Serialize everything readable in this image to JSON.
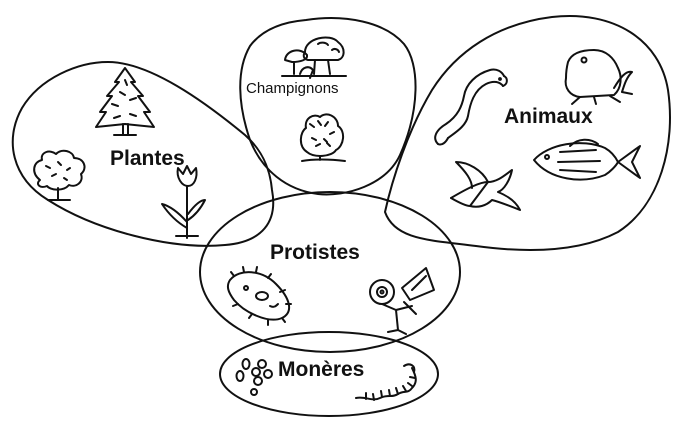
{
  "groups": {
    "champignons": {
      "label": "Champignons"
    },
    "plantes": {
      "label": "Plantes"
    },
    "animaux": {
      "label": "Animaux"
    },
    "protistes": {
      "label": "Protistes"
    },
    "moneres": {
      "label": "Monères"
    }
  },
  "colors": {
    "line": "#111111",
    "background": "#ffffff"
  },
  "icons": [
    "mushroom-icon",
    "tree-icon",
    "bush-icon",
    "tulip-icon",
    "snake-icon",
    "frog-icon",
    "fish-icon",
    "bird-icon",
    "paramecium-icon",
    "radiolarian-icon",
    "bacteria-cluster-icon",
    "spirillum-icon"
  ]
}
